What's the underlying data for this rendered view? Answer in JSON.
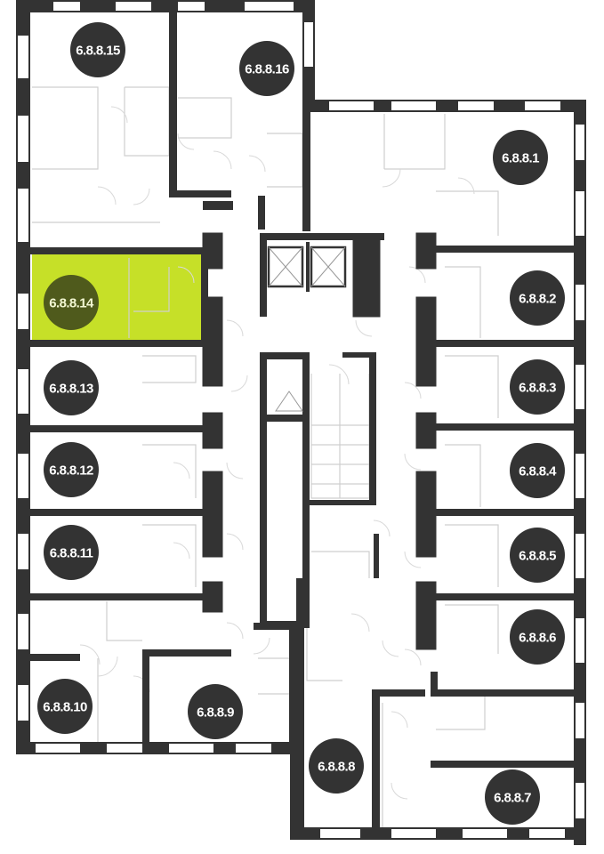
{
  "highlight_color": "#c6e028",
  "wall_color": "#333333",
  "highlighted_unit": "6.8.8.14",
  "units": [
    {
      "id": "6.8.8.1",
      "label": "6.8.8.1"
    },
    {
      "id": "6.8.8.2",
      "label": "6.8.8.2"
    },
    {
      "id": "6.8.8.3",
      "label": "6.8.8.3"
    },
    {
      "id": "6.8.8.4",
      "label": "6.8.8.4"
    },
    {
      "id": "6.8.8.5",
      "label": "6.8.8.5"
    },
    {
      "id": "6.8.8.6",
      "label": "6.8.8.6"
    },
    {
      "id": "6.8.8.7",
      "label": "6.8.8.7"
    },
    {
      "id": "6.8.8.8",
      "label": "6.8.8.8"
    },
    {
      "id": "6.8.8.9",
      "label": "6.8.8.9"
    },
    {
      "id": "6.8.8.10",
      "label": "6.8.8.10"
    },
    {
      "id": "6.8.8.11",
      "label": "6.8.8.11"
    },
    {
      "id": "6.8.8.12",
      "label": "6.8.8.12"
    },
    {
      "id": "6.8.8.13",
      "label": "6.8.8.13"
    },
    {
      "id": "6.8.8.14",
      "label": "6.8.8.14"
    },
    {
      "id": "6.8.8.15",
      "label": "6.8.8.15"
    },
    {
      "id": "6.8.8.16",
      "label": "6.8.8.16"
    }
  ]
}
